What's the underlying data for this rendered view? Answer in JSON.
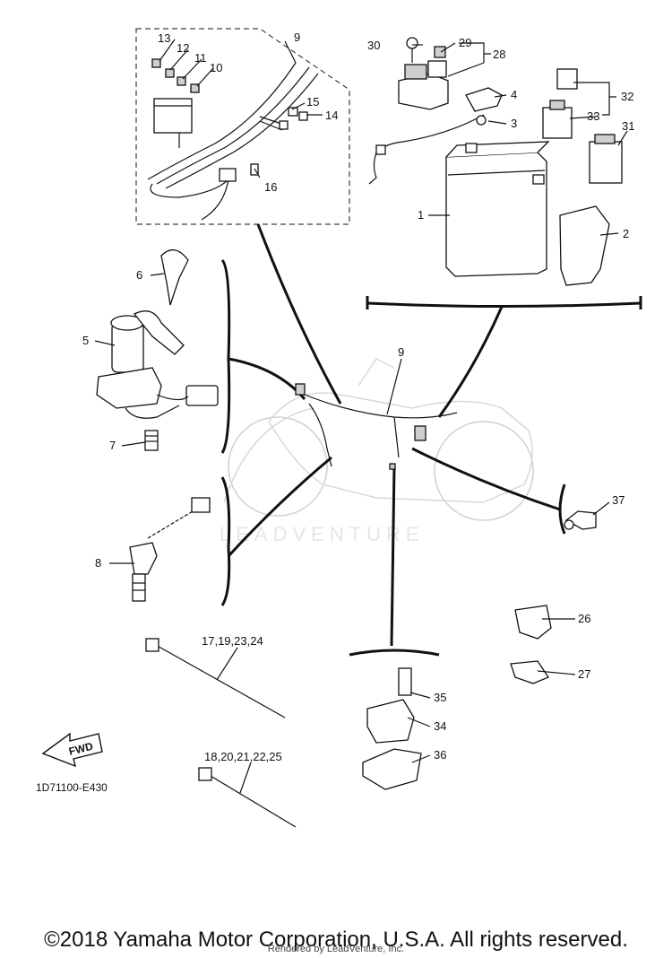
{
  "diagram": {
    "reference_code": "1D71100-E430",
    "fwd_label": "FWD",
    "watermark": "LEADVENTURE",
    "callouts": {
      "c1": "1",
      "c2": "2",
      "c3": "3",
      "c4": "4",
      "c5": "5",
      "c6": "6",
      "c7": "7",
      "c8": "8",
      "c9a": "9",
      "c9b": "9",
      "c10": "10",
      "c11": "11",
      "c12": "12",
      "c13": "13",
      "c14": "14",
      "c15": "15",
      "c16": "16",
      "c17": "17,19,23,24",
      "c18": "18,20,21,22,25",
      "c26": "26",
      "c27": "27",
      "c28": "28",
      "c29": "29",
      "c30": "30",
      "c31": "31",
      "c32": "32",
      "c33": "33",
      "c34": "34",
      "c35": "35",
      "c36": "36",
      "c37": "37"
    }
  },
  "footer": {
    "copyright": "©2018 Yamaha Motor Corporation, U.S.A. All rights reserved.",
    "rendered_by": "Rendered by LeadVenture, Inc."
  }
}
